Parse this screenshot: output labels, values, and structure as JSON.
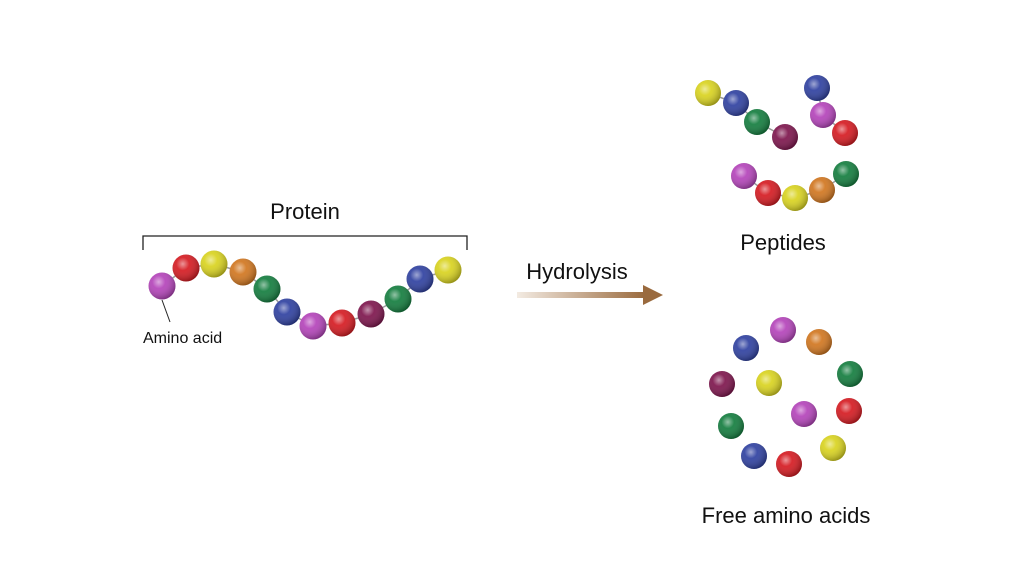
{
  "labels": {
    "protein": "Protein",
    "amino_acid": "Amino acid",
    "hydrolysis": "Hydrolysis",
    "peptides": "Peptides",
    "free_amino_acids": "Free amino acids"
  },
  "palette": {
    "magenta": "#b23fb8",
    "red": "#d4151c",
    "yellow": "#d8d21a",
    "orange": "#d0731a",
    "green": "#0e7a3a",
    "blue": "#2a3c9e",
    "maroon": "#7a0f48",
    "arrow_start": "#f3ebe2",
    "arrow_end": "#9a6a3e"
  },
  "protein_chain": [
    "magenta",
    "red",
    "yellow",
    "orange",
    "green",
    "blue",
    "magenta",
    "red",
    "maroon",
    "green",
    "blue",
    "yellow"
  ],
  "peptides": [
    [
      "yellow",
      "blue",
      "green",
      "maroon"
    ],
    [
      "blue",
      "magenta",
      "red"
    ],
    [
      "magenta",
      "red",
      "yellow",
      "orange",
      "green"
    ]
  ],
  "free_amino_acids": [
    "magenta",
    "orange",
    "blue",
    "green",
    "maroon",
    "yellow",
    "magenta",
    "red",
    "green",
    "yellow",
    "blue",
    "red"
  ]
}
